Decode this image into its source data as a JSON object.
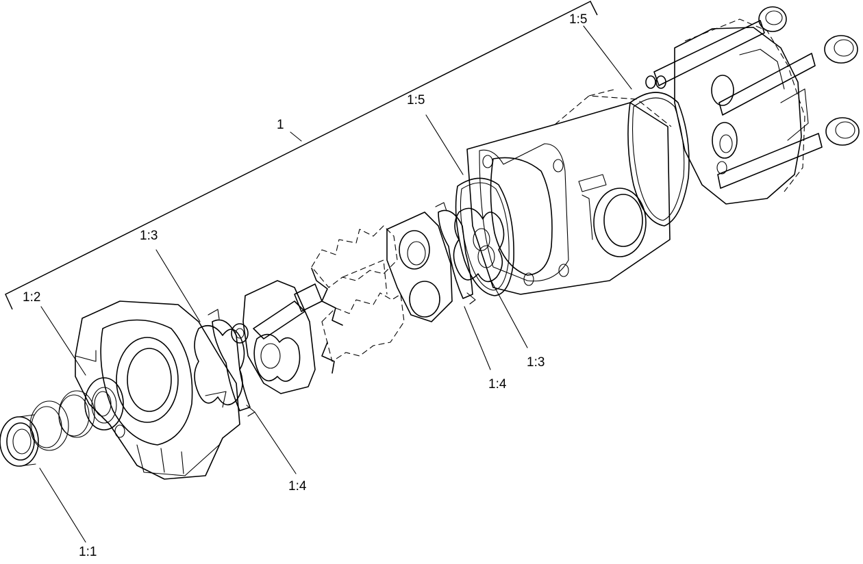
{
  "callouts": {
    "assembly": "1",
    "seal_front": "1:1",
    "retainer": "1:2",
    "gasket_left": "1:3",
    "backup_left": "1:4",
    "oring_top": "1:5",
    "oring_mid": "1:5",
    "gasket_right": "1:3",
    "backup_right": "1:4"
  }
}
